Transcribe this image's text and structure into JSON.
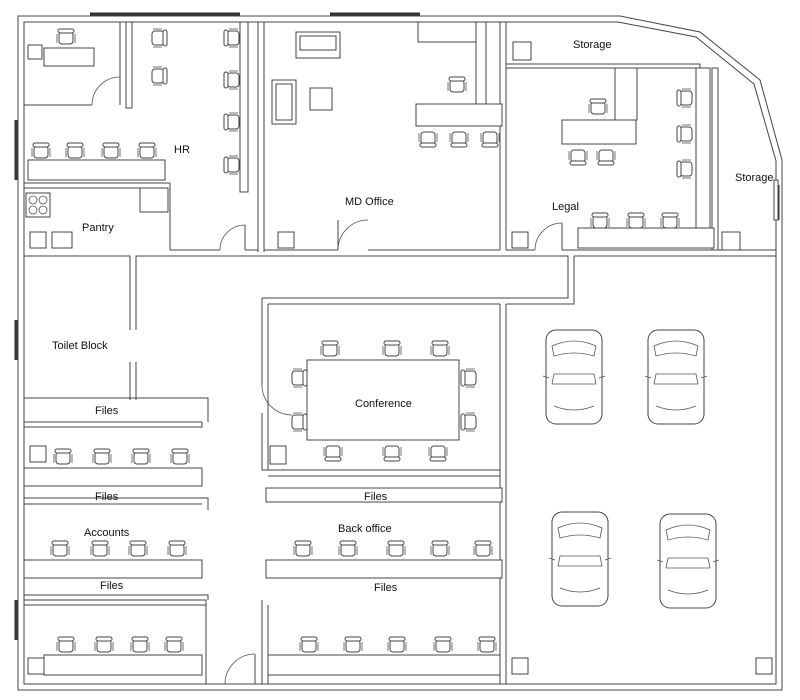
{
  "title": "",
  "rooms": {
    "hr": "HR",
    "md_office": "MD Office",
    "storage_top": "Storage",
    "storage_right": "Storage",
    "legal": "Legal",
    "pantry": "Pantry",
    "toilet_block": "Toilet Block",
    "conference": "Conference",
    "accounts": "Accounts",
    "back_office": "Back office"
  },
  "files_labels": {
    "left_1": "Files",
    "left_2": "Files",
    "left_3": "Files",
    "center_1": "Files",
    "center_2": "Files"
  },
  "colors": {
    "line": "#444444",
    "background": "#ffffff"
  }
}
